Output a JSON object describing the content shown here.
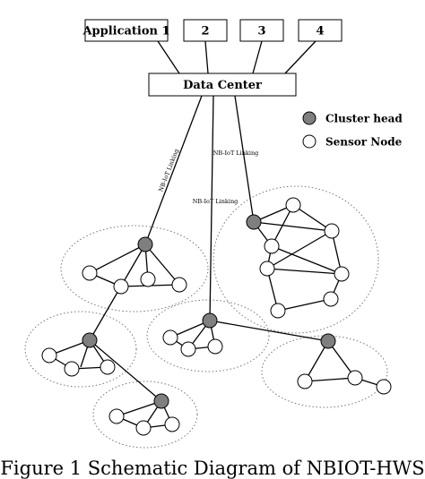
{
  "applications": [
    {
      "label": "Application 1"
    },
    {
      "label": "2"
    },
    {
      "label": "3"
    },
    {
      "label": "4"
    }
  ],
  "data_center": {
    "label": "Data Center"
  },
  "legend": {
    "cluster_head": "Cluster head",
    "sensor_node": "Sensor Node"
  },
  "links": [
    {
      "label": "NB-IoT Linking"
    },
    {
      "label": "NB-IoT Linking"
    },
    {
      "label": "NB-IoT Linking"
    }
  ],
  "caption": "Figure 1   Schematic Diagram of NBIOT-HWS",
  "colors": {
    "cluster_head_fill": "#7f7f7f",
    "sensor_node_fill": "#ffffff",
    "cluster_outline": "#777777"
  }
}
